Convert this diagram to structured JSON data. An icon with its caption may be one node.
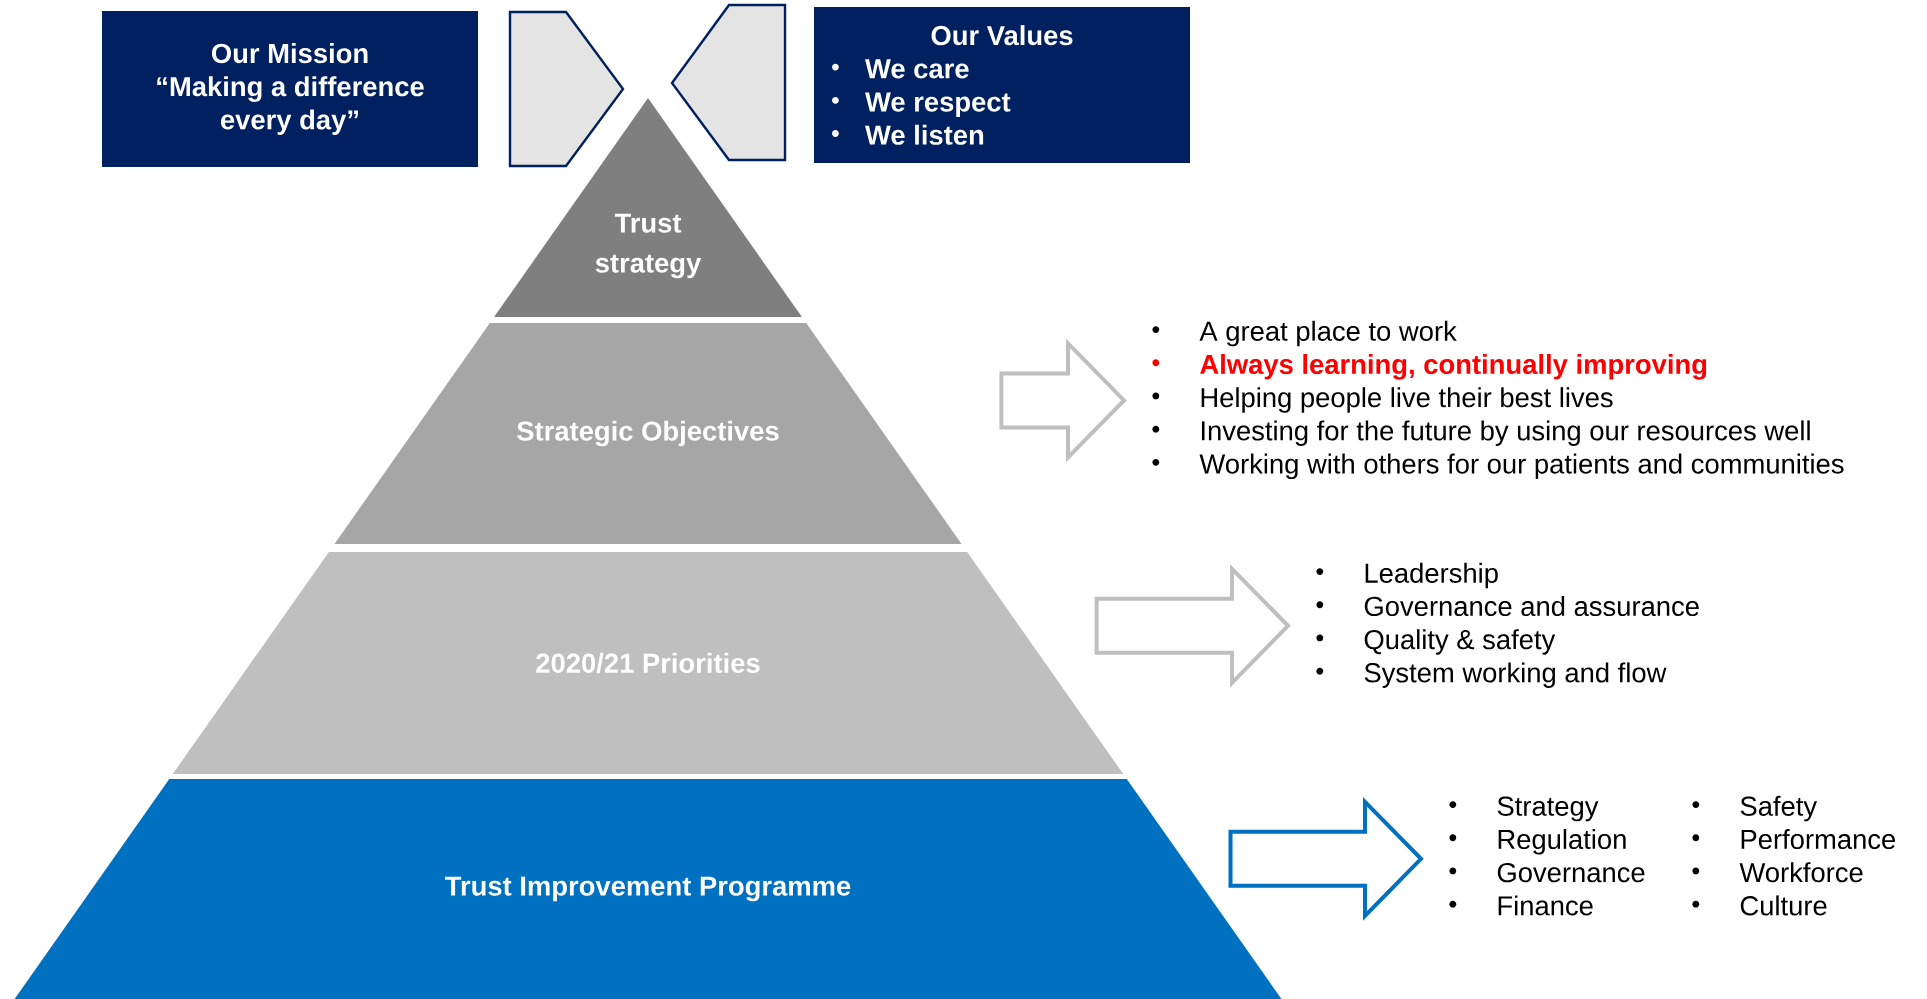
{
  "diagram": {
    "nodes": [
      {
        "text": [
          "Our Mission",
          "“Making a difference every day”"
        ]
      },
      {
        "text": [
          "Our Values",
          "We care",
          "We respect",
          "We listen"
        ]
      },
      {
        "text": [],
        "shape": "chevron"
      },
      {
        "text": [],
        "shape": "chevron"
      },
      {
        "text": [
          "Trust strategy"
        ]
      },
      {
        "text": [
          "Strategic Objectives"
        ]
      },
      {
        "text": [
          "2020/21 Priorities"
        ]
      },
      {
        "text": [
          "Trust Improvement Programme"
        ]
      },
      {
        "text": [
          "A great place to work",
          "Always learning, continually improving",
          "Helping people live their best lives",
          "Investing for the future by using our resources well",
          "Working with others for our patients and communities"
        ]
      },
      {
        "text": [
          "Leadership",
          "Governance and assurance",
          "Quality & safety",
          "System working and flow"
        ]
      },
      {
        "text": [
          "Strategy",
          "Regulation",
          "Governance",
          "Finance",
          "Safety",
          "Performance",
          "Workforce",
          "Culture"
        ]
      }
    ],
    "edges": [
      {
        "from": 5,
        "to": 8,
        "arrow": "to"
      },
      {
        "from": 6,
        "to": 9,
        "arrow": "to"
      },
      {
        "from": 7,
        "to": 10,
        "arrow": "to",
        "color": "#0070c0"
      }
    ]
  }
}
